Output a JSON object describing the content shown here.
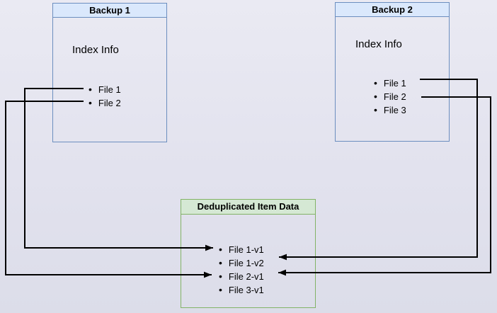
{
  "diagram": {
    "backup1": {
      "title": "Backup 1",
      "info_label": "Index Info",
      "files": [
        "File 1",
        "File 2"
      ]
    },
    "backup2": {
      "title": "Backup 2",
      "info_label": "Index Info",
      "files": [
        "File 1",
        "File 2",
        "File 3"
      ]
    },
    "dedup": {
      "title": "Deduplicated Item Data",
      "items": [
        "File 1-v1",
        "File 1-v2",
        "File 2-v1",
        "File 3-v1"
      ]
    },
    "connections": [
      {
        "from": "Backup 1 / File 1",
        "to": "File 1-v1"
      },
      {
        "from": "Backup 1 / File 2",
        "to": "File 2-v1"
      },
      {
        "from": "Backup 2 / File 1",
        "to": "File 1-v2"
      },
      {
        "from": "Backup 2 / File 2",
        "to": "File 2-v1"
      }
    ],
    "colors": {
      "backup_header_fill": "#dae8fc",
      "backup_border": "#6c8ebf",
      "dedup_header_fill": "#d5e8d4",
      "dedup_border": "#82b366",
      "connector": "#000000"
    }
  }
}
